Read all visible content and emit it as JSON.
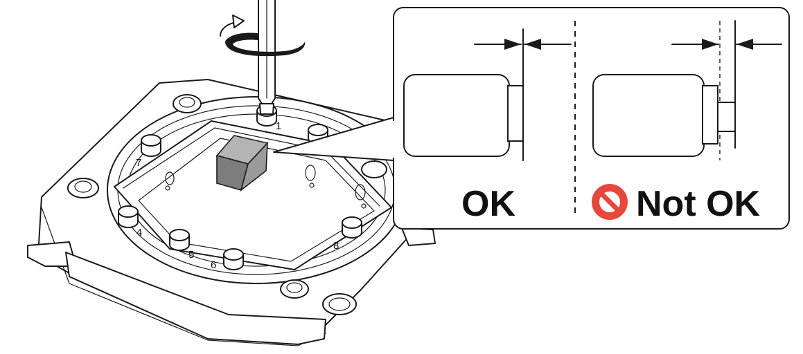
{
  "callout": {
    "ok_label": "OK",
    "not_ok_label": "Not OK"
  },
  "bracket_numbers": [
    "1",
    "4",
    "5",
    "6",
    "7",
    "8"
  ],
  "colors": {
    "line": "#1a1a1a",
    "block_top": "#b4b4b4",
    "block_side": "#7d7d7d",
    "prohibited": "#e8473c"
  },
  "icons": [
    "screwdriver-icon",
    "rotation-arrow-icon",
    "prohibited-icon"
  ]
}
